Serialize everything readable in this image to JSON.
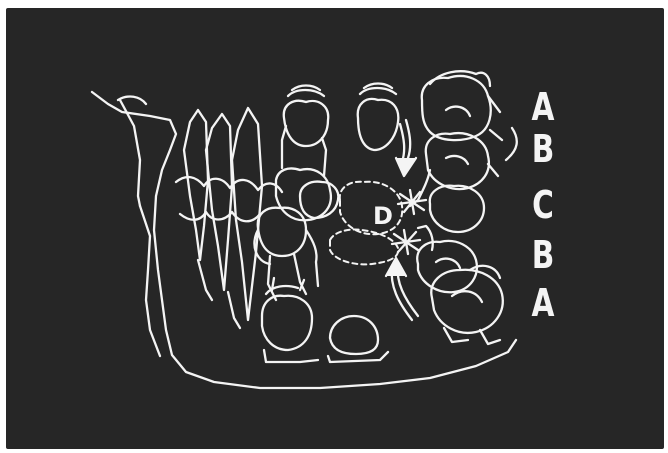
{
  "diagram": {
    "column_labels": [
      "A",
      "B",
      "C",
      "B",
      "A"
    ],
    "space_label": "D"
  },
  "colors": {
    "background": "#262626",
    "line": "#f4f4f4",
    "page": "#ffffff"
  }
}
